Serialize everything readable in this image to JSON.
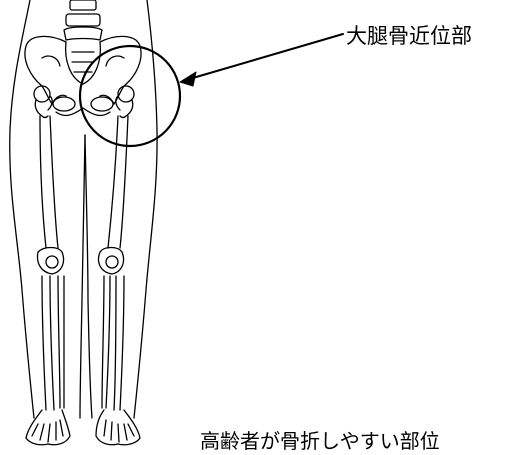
{
  "callout": {
    "label": "大腿骨近位部"
  },
  "caption": "高齢者が骨折しやすい部位",
  "colors": {
    "line": "#000000",
    "background": "#ffffff"
  },
  "figure": {
    "subject": "front view of human legs and pelvis skeleton",
    "highlight": "circle around the proximal femur (hip joint) on the figure's left side"
  }
}
